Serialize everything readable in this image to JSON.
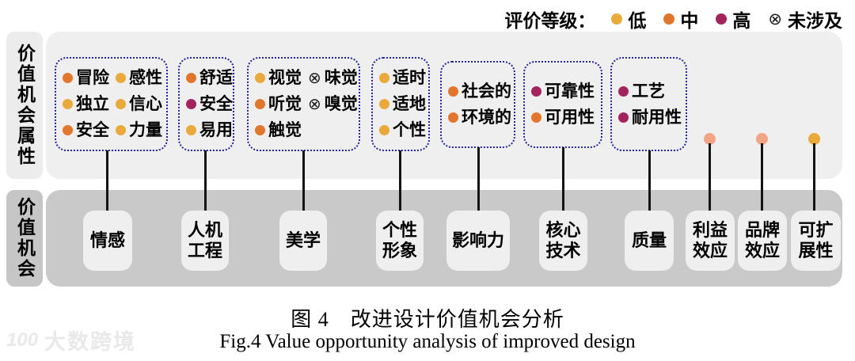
{
  "legend": {
    "title": "评价等级：",
    "items": [
      {
        "label": "低",
        "type": "dot",
        "color": "#E9A93B"
      },
      {
        "label": "中",
        "type": "dot",
        "color": "#E2762C"
      },
      {
        "label": "高",
        "type": "dot",
        "color": "#A3245C"
      },
      {
        "label": "未涉及",
        "type": "cross"
      }
    ]
  },
  "cross_symbol": "⊗",
  "levels": {
    "low": "#E9A93B",
    "mid": "#E2762C",
    "high": "#A3245C"
  },
  "axis_labels": {
    "top": "价值机会属性",
    "bottom": "价值机会"
  },
  "groups": [
    {
      "opportunity": [
        "情感"
      ],
      "columns": 2,
      "attributes": [
        {
          "label": "冒险",
          "level": "mid"
        },
        {
          "label": "感性",
          "level": "low"
        },
        {
          "label": "独立",
          "level": "low"
        },
        {
          "label": "信心",
          "level": "low"
        },
        {
          "label": "安全",
          "level": "mid"
        },
        {
          "label": "力量",
          "level": "low"
        }
      ]
    },
    {
      "opportunity": [
        "人机",
        "工程"
      ],
      "columns": 1,
      "attributes": [
        {
          "label": "舒适",
          "level": "mid"
        },
        {
          "label": "安全",
          "level": "high"
        },
        {
          "label": "易用",
          "level": "low"
        }
      ]
    },
    {
      "opportunity": [
        "美学"
      ],
      "columns": 2,
      "attributes": [
        {
          "label": "视觉",
          "level": "low"
        },
        {
          "label": "味觉",
          "level": "none"
        },
        {
          "label": "听觉",
          "level": "mid"
        },
        {
          "label": "嗅觉",
          "level": "none"
        },
        {
          "label": "触觉",
          "level": "mid"
        }
      ]
    },
    {
      "opportunity": [
        "个性",
        "形象"
      ],
      "columns": 1,
      "attributes": [
        {
          "label": "适时",
          "level": "low"
        },
        {
          "label": "适地",
          "level": "low"
        },
        {
          "label": "个性",
          "level": "low"
        }
      ]
    },
    {
      "opportunity": [
        "影响力"
      ],
      "columns": 1,
      "attributes": [
        {
          "label": "社会的",
          "level": "mid"
        },
        {
          "label": "环境的",
          "level": "mid"
        }
      ]
    },
    {
      "opportunity": [
        "核心",
        "技术"
      ],
      "columns": 1,
      "attributes": [
        {
          "label": "可靠性",
          "level": "high"
        },
        {
          "label": "可用性",
          "level": "mid"
        }
      ]
    },
    {
      "opportunity": [
        "质量"
      ],
      "columns": 1,
      "attributes": [
        {
          "label": "工艺",
          "level": "high"
        },
        {
          "label": "耐用性",
          "level": "high"
        }
      ]
    },
    {
      "opportunity": [
        "利益",
        "效应"
      ],
      "dot_color": "#F3A486",
      "attributes": []
    },
    {
      "opportunity": [
        "品牌",
        "效应"
      ],
      "dot_color": "#F3A486",
      "attributes": []
    },
    {
      "opportunity": [
        "可扩",
        "展性"
      ],
      "dot_color": "#E9A93B",
      "attributes": []
    }
  ],
  "caption": {
    "zh": "图 4　改进设计价值机会分析",
    "en": "Fig.4 Value opportunity analysis of improved design"
  },
  "watermark": {
    "logo": "100",
    "text": "大数跨境"
  }
}
